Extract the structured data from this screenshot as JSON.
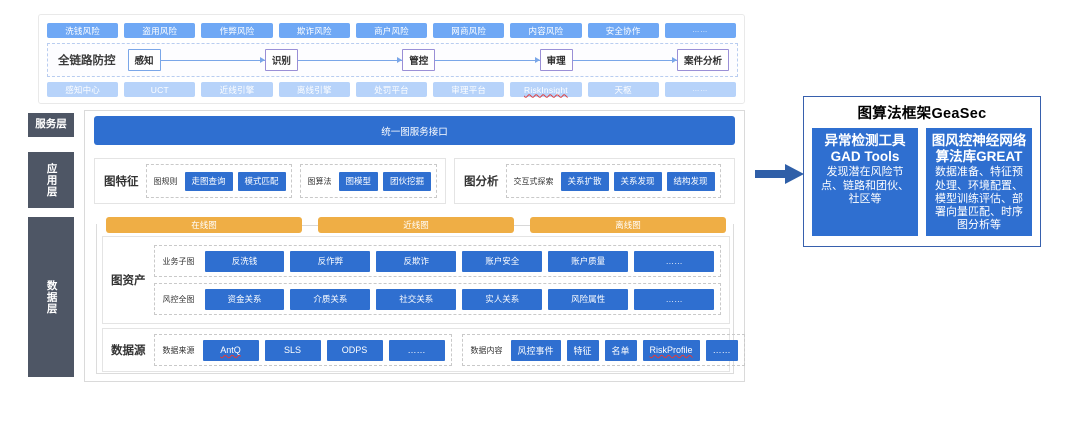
{
  "left_panel": {
    "risk_chips": [
      "洗钱风险",
      "盗用风险",
      "作弊风险",
      "欺诈风险",
      "商户风险",
      "网商风险",
      "内容风险",
      "安全协作",
      "……"
    ],
    "flow": {
      "title": "全链路防控",
      "steps": [
        "感知",
        "识别",
        "管控",
        "审理",
        "案件分析"
      ]
    },
    "system_chips": [
      "感知中心",
      "UCT",
      "近线引擎",
      "离线引擎",
      "处罚平台",
      "审理平台",
      "RiskInsight",
      "天枢",
      "……"
    ]
  },
  "layers": {
    "service": "服务层",
    "application": "应用层",
    "data": "数据层"
  },
  "service_bar": {
    "label": "统一图服务接口"
  },
  "application": {
    "graph_feature": {
      "title": "图特征",
      "groups": [
        {
          "label": "图规则",
          "items": [
            "走图查询",
            "模式匹配"
          ]
        },
        {
          "label": "图算法",
          "items": [
            "图模型",
            "团伙挖掘"
          ]
        }
      ]
    },
    "graph_analysis": {
      "title": "图分析",
      "groups": [
        {
          "label": "交互式探索",
          "items": [
            "关系扩散",
            "关系发现",
            "结构发现"
          ]
        }
      ]
    }
  },
  "graph_modes": [
    "在线图",
    "近线图",
    "离线图"
  ],
  "graph_asset": {
    "title": "图资产",
    "rows": [
      {
        "label": "业务子图",
        "items": [
          "反洗钱",
          "反作弊",
          "反欺诈",
          "账户安全",
          "账户质量",
          "……"
        ]
      },
      {
        "label": "风控全图",
        "items": [
          "资金关系",
          "介质关系",
          "社交关系",
          "实人关系",
          "风险属性",
          "……"
        ]
      }
    ]
  },
  "data_source": {
    "title": "数据源",
    "groups": [
      {
        "label": "数据来源",
        "items": [
          "AntQ",
          "SLS",
          "ODPS",
          "……"
        ]
      },
      {
        "label": "数据内容",
        "items": [
          "风控事件",
          "特征",
          "名单",
          "RiskProfile",
          "……"
        ]
      }
    ]
  },
  "right_panel": {
    "title": "图算法框架GeaSec",
    "cards": [
      {
        "headline": "异常检测工具",
        "headline2": "GAD Tools",
        "body": "发现潜在风险节点、链路和团伙、社区等"
      },
      {
        "headline": "图风控神经网络",
        "headline2": "算法库GREAT",
        "body": "数据准备、特征预处理、环境配置、模型训练评估、部署向量匹配、时序图分析等"
      }
    ]
  },
  "colors": {
    "primary_blue": "#2f6fd0",
    "mid_blue": "#6fa8f5",
    "light_blue": "#b7d3fa",
    "orange": "#efae45",
    "layer_gray": "#4e5665",
    "panel_border_blue": "#3760ad",
    "spell_red": "#e03b3b"
  }
}
